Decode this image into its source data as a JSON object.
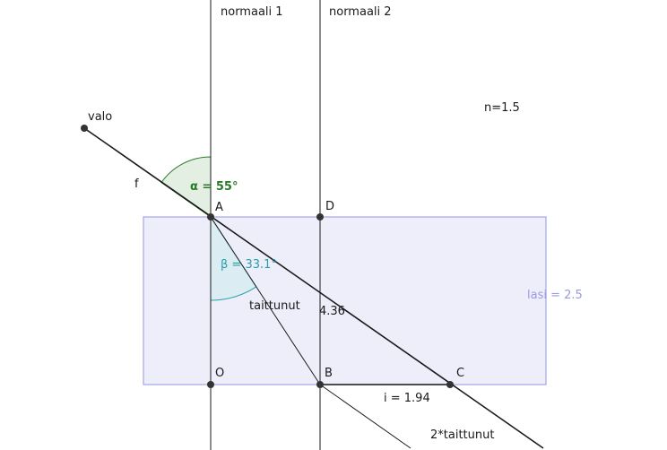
{
  "labels": {
    "normal1": "normaali 1",
    "normal2": "normaali 2",
    "ray": "valo",
    "ray_name": "f",
    "refractive_index": "n=1.5",
    "glass": "lasi = 2.5",
    "alpha": "α = 55°",
    "beta": "β = 33.1°",
    "refracted": "taittunut",
    "doubled_refracted": "2*taittunut",
    "length_AC": "4.36",
    "segment_i": "i = 1.94"
  },
  "points": {
    "A": "A",
    "D": "D",
    "O": "O",
    "B": "B",
    "C": "C"
  },
  "colors": {
    "glass_fill": "#eeeefb",
    "glass_stroke": "#a5a5e6",
    "glass_text": "#9a9ae0",
    "alpha_color": "#2a7a2a",
    "alpha_fill": "#e2efe2",
    "beta_color": "#26a0a8",
    "beta_fill": "#dbecf2",
    "line": "#1a1a1a",
    "point": "#333333"
  }
}
